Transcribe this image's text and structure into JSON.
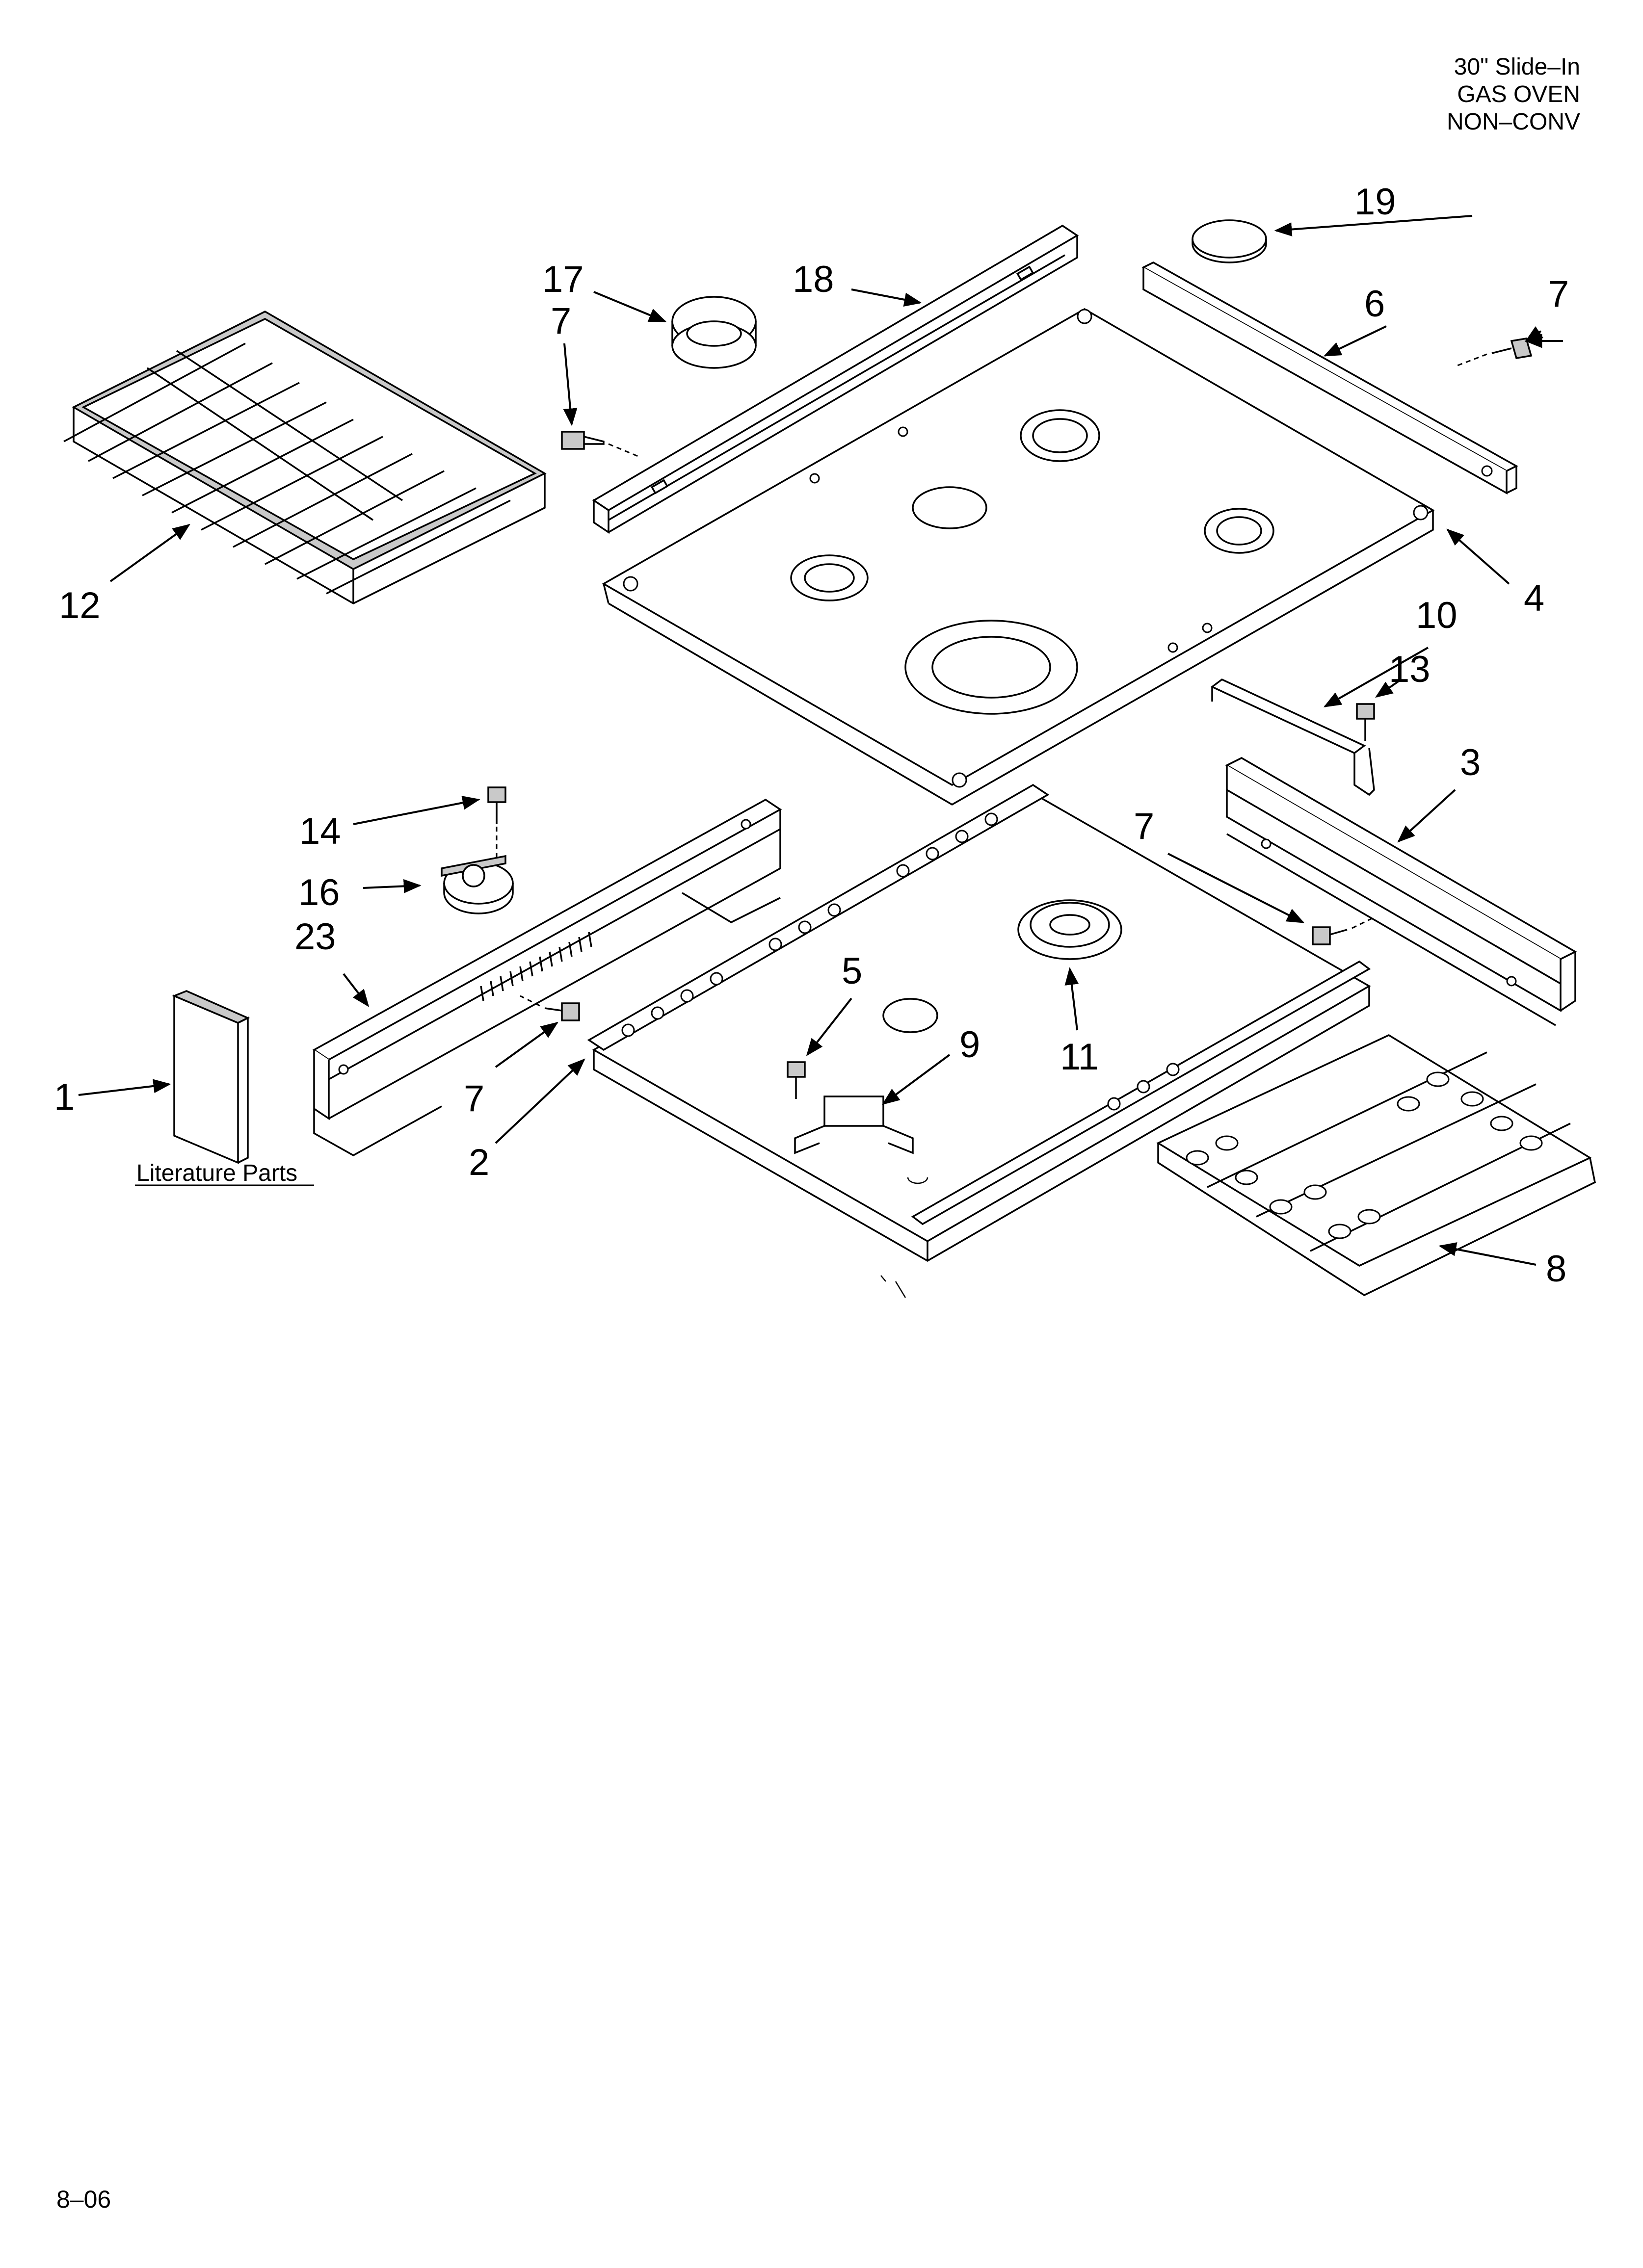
{
  "header": {
    "line1": "30\" Slide–In",
    "line2": "GAS OVEN",
    "line3": "NON–CONV"
  },
  "footer": {
    "code": "8–06"
  },
  "literature_label": "Literature Parts",
  "callouts": {
    "c1": "1",
    "c2": "2",
    "c3": "3",
    "c4": "4",
    "c5": "5",
    "c6": "6",
    "c7a": "7",
    "c7b": "7",
    "c7c": "7",
    "c7d": "7",
    "c8": "8",
    "c9": "9",
    "c10": "10",
    "c11": "11",
    "c12": "12",
    "c13": "13",
    "c14": "14",
    "c16": "16",
    "c17": "17",
    "c18": "18",
    "c19": "19",
    "c23": "23"
  }
}
